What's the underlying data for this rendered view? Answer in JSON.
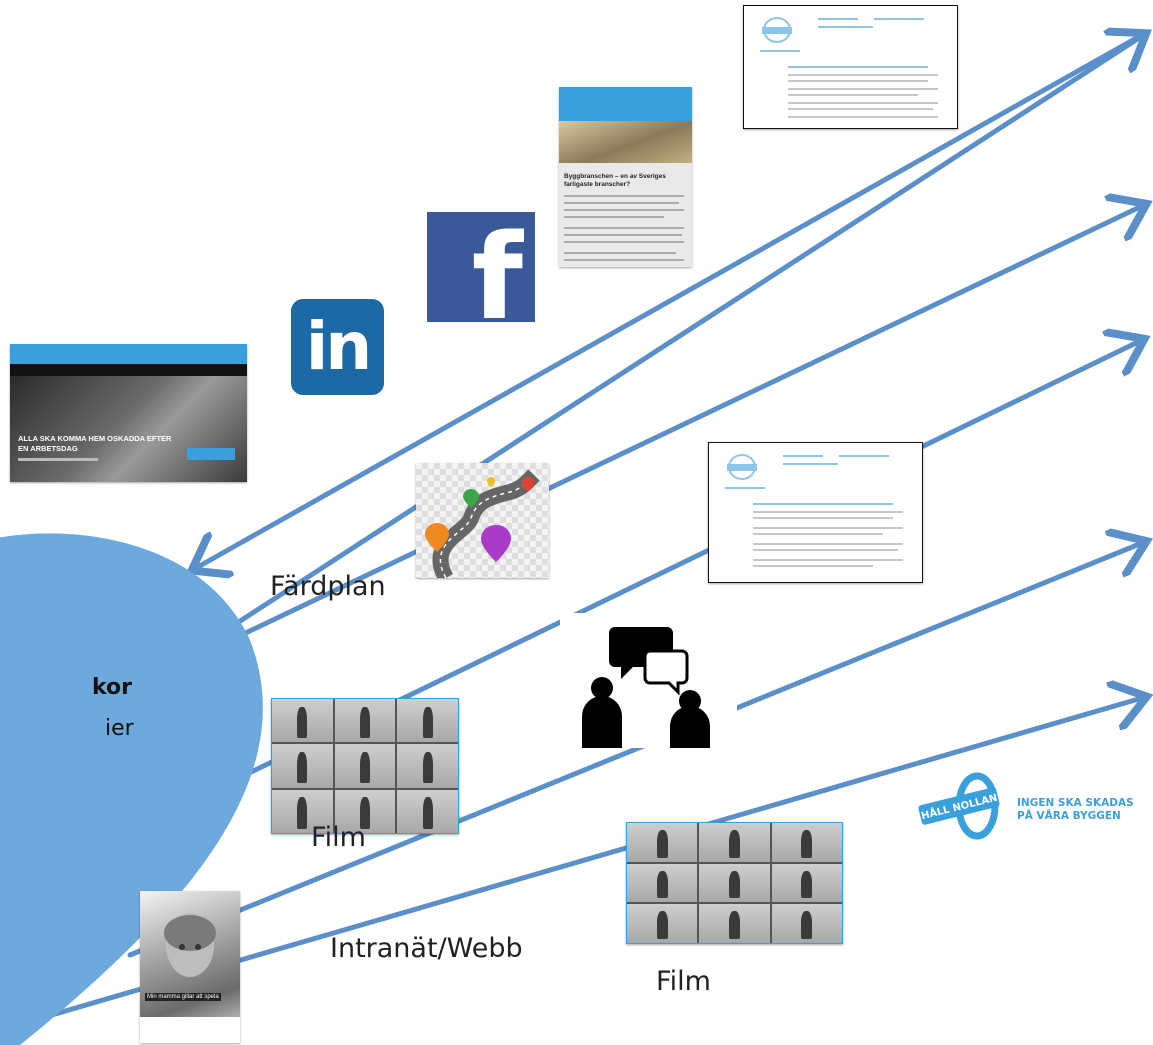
{
  "colors": {
    "arrow": "#5b8fc9",
    "heart": "#6ea9dd",
    "accent": "#39a0db"
  },
  "heart": {
    "line1": "kor",
    "line2": "ier"
  },
  "labels": {
    "fardplan": "Färdplan",
    "film1": "Film",
    "intranat": "Intranät/Webb",
    "film2": "Film"
  },
  "logo": {
    "emblem_text": "HÅLL NOLLAN",
    "tagline_line1": "INGEN SKA SKADAS",
    "tagline_line2": "PÅ VÅRA BYGGEN"
  },
  "website": {
    "headline_line1": "ALLA SKA KOMMA HEM OSKADDA EFTER",
    "headline_line2": "EN ARBETSDAG"
  },
  "newsletter": {
    "title_line1": "Byggbranschen – en av Sveriges",
    "title_line2": "farligaste branscher?"
  },
  "poster": {
    "caption": "Min mamma gillar att spela"
  },
  "icons": [
    "linkedin-icon",
    "facebook-icon",
    "route-map-icon",
    "conversation-icon",
    "hall-nollan-logo"
  ]
}
